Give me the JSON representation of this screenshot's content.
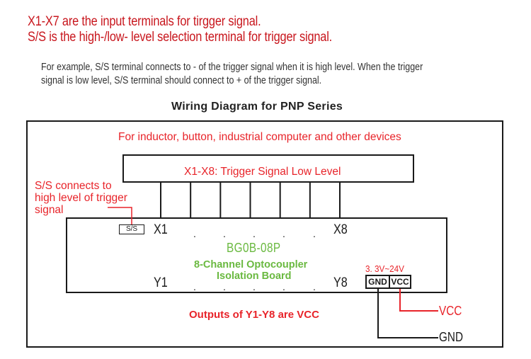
{
  "header": {
    "line1": "X1-X7 are the input terminals for tirgger signal.",
    "line2": "S/S is the high-/low- level selection terminal for trigger signal.",
    "note_line1": "For example, S/S terminal connects to - of the trigger signal when it is high level. When the trigger",
    "note_line2": "signal is low level, S/S terminal should connect to + of the trigger signal."
  },
  "diagram": {
    "title": "Wiring Diagram for PNP Series",
    "device_label": "For inductor, button, industrial computer and other devices",
    "signal_box_label": "X1-X8: Trigger Signal Low Level",
    "ss_note": [
      "S/S connects to",
      "high level of trigger",
      "signal"
    ],
    "board": {
      "ss_terminal": "S/S",
      "x_first": "X1",
      "x_last": "X8",
      "y_first": "Y1",
      "y_last": "Y8",
      "dot": ".",
      "model": "BG0B-08P",
      "desc_line1": "8-Channel Optocoupler",
      "desc_line2": "Isolation Board",
      "voltage": "3. 3V~24V",
      "gnd_terminal": "GND",
      "vcc_terminal": "VCC"
    },
    "outputs_label": "Outputs of Y1-Y8 are VCC",
    "vcc_wire_label": "VCC",
    "gnd_wire_label": "GND",
    "input_wire_count": 7
  },
  "colors": {
    "heading_red": "#c8161d",
    "label_red": "#e8242a",
    "board_green": "#6ab940",
    "line_black": "#1a1a1a"
  }
}
